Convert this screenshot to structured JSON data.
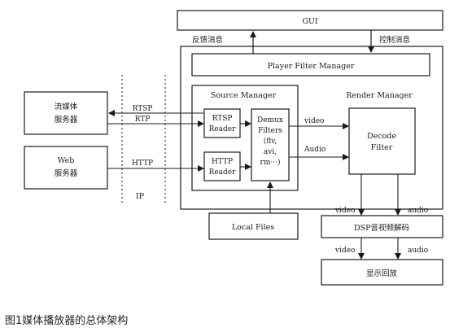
{
  "gui": "GUI",
  "feedback_msg": "反馈消息",
  "control_msg": "控制消息",
  "player_filter_manager": "Player Filter Manager",
  "source_manager": "Source Manager",
  "render_manager": "Render Manager",
  "media_server": [
    "流媒体",
    "服务器"
  ],
  "web_server": [
    "Web",
    "服务器"
  ],
  "rtsp_label": "RTSP",
  "rtp_label": "RTP",
  "http_label": "HTTP",
  "ip_label": "IP",
  "rtsp_reader": [
    "RTSP",
    "Reader"
  ],
  "http_reader": [
    "HTTP",
    "Reader"
  ],
  "demux": [
    "Demux",
    "Filters",
    "(flv,",
    "avi,",
    "rm···)"
  ],
  "video_label": "video",
  "audio_label_cap": "Audio",
  "decode_filter": [
    "Decode",
    "Filter"
  ],
  "local_files": "Local Files",
  "dsp": "DSP音视频解码",
  "video_out": "video",
  "audio_out": "audio",
  "display": "显示回放",
  "caption": "图1媒体播放器的总体架构"
}
